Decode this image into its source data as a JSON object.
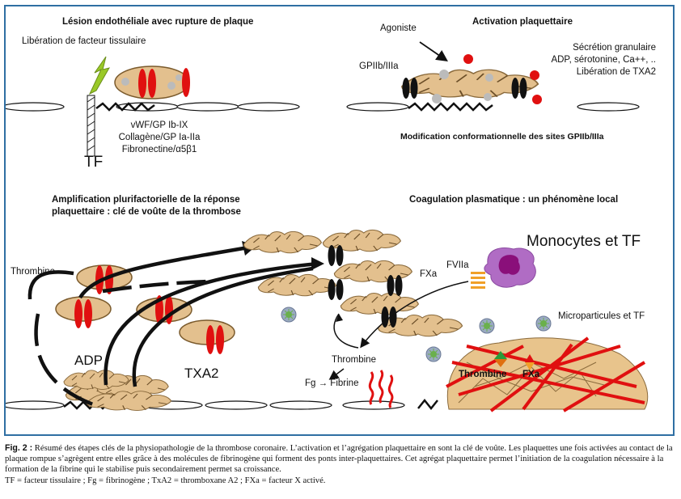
{
  "panels": {
    "lesion": {
      "title": "Lésion endothéliale avec rupture de plaque",
      "tissue_factor_release": "Libération de facteur tissulaire",
      "tf_label": "TF",
      "receptors": [
        "vWF/GP Ib-IX",
        "Collagène/GP Ia-IIa",
        "Fibronectine/α5β1"
      ]
    },
    "activation": {
      "title": "Activation plaquettaire",
      "agonist": "Agoniste",
      "gpiib": "GPIIb/IIIa",
      "secretion": [
        "Sécrétion granulaire",
        "ADP, sérotonine, Ca++, ..",
        "Libération de TXA2"
      ],
      "conformational": "Modification conformationnelle des sites GPIIb/IIIa"
    },
    "amplification": {
      "title_lines": [
        "Amplification plurifactorielle de la réponse",
        "plaquettaire : clé de voûte de la thrombose"
      ],
      "thrombine": "Thrombine",
      "adp": "ADP",
      "txa2": "TXA2"
    },
    "coagulation": {
      "title": "Coagulation plasmatique : un phénomène local",
      "monocytes": "Monocytes et TF",
      "fviia": "FVIIa",
      "fxa": "FXa",
      "microparticules": "Microparticules et TF",
      "thrombine": "Thrombine",
      "fg_fibrine": "Fg → Fibrine",
      "clot_thrombine": "Thrombine",
      "clot_fxa": "FXa"
    }
  },
  "caption": {
    "fig_label": "Fig. 2 :",
    "text": "Résumé des étapes clés de la physiopathologie de la thrombose coronaire. L’activation et l’agrégation plaquettaire en sont la clé de voûte. Les plaquettes une fois activées au contact de la plaque rompue s’agrègent entre elles grâce à des molécules de fibrinogène qui forment des ponts inter-plaquettaires. Cet agrégat plaquettaire permet l’initiation de la coagulation nécessaire à la formation de la fibrine qui le stabilise puis secondairement permet sa croissance.",
    "abbreviations": "TF = facteur tissulaire ; Fg = fibrinogène ; TxA2 = thromboxane A2 ; FXa = facteur X activé."
  },
  "colors": {
    "frame": "#2f6fa3",
    "platelet": "#e3c08e",
    "platelet_stroke": "#8a6a3c",
    "receptor_red": "#e01010",
    "receptor_black": "#111111",
    "monocyte": "#b06cc4",
    "monocyte_nucleus": "#8a0f7a",
    "fibrin": "#e01010",
    "lightning": "#9ac928",
    "microparticle": "#9aa9c2",
    "mp_core": "#6ab04c"
  }
}
